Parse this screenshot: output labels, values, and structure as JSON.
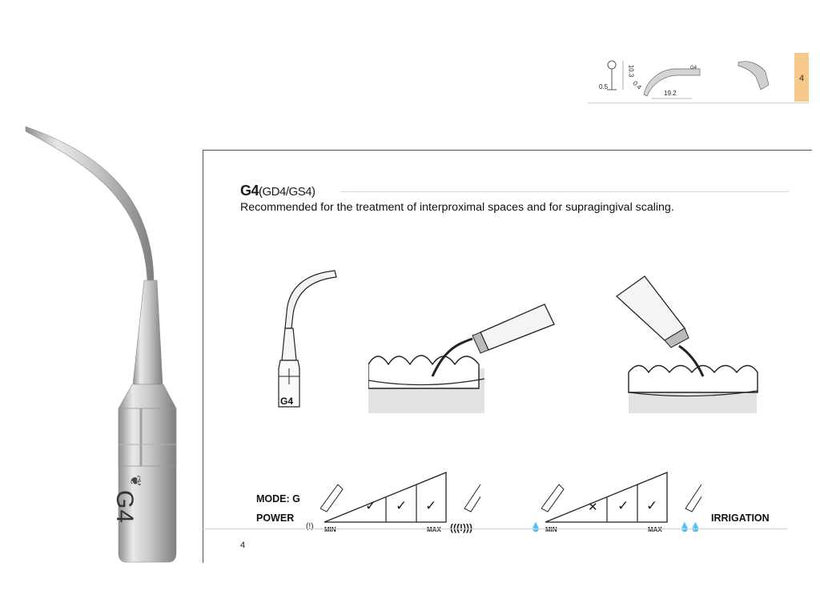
{
  "header": {
    "page_tab": "4",
    "dimensions": [
      "10.3",
      "0.5",
      "0.4",
      "19.2"
    ],
    "thumb_tip_label": "G4"
  },
  "product": {
    "code": "G4",
    "variants": "(GD4/GS4)",
    "description": "Recommended for the treatment of interproximal spaces and for supragingival scaling.",
    "engraving": "G4",
    "small_tip_label": "G4"
  },
  "settings": {
    "mode_label": "MODE: G",
    "power_label": "POWER",
    "irrigation_label": "IRRIGATION",
    "min_label": "MIN",
    "max_label": "MAX",
    "power_levels": [
      true,
      true,
      true
    ],
    "irrigation_levels": [
      false,
      true,
      true
    ]
  },
  "footer": {
    "page_number": "4"
  },
  "colors": {
    "tab": "#f6c98a",
    "gum": "#e2e2e2",
    "metal": "#c9c9c9"
  }
}
